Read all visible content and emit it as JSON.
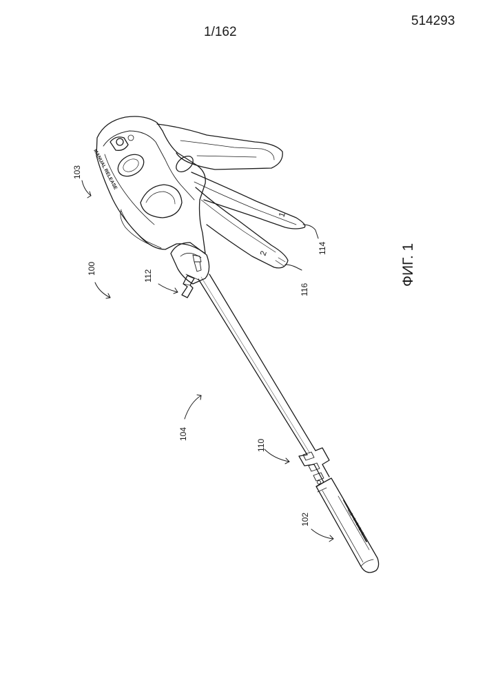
{
  "header": {
    "sheet": "1/162",
    "doc_number": "514293"
  },
  "figure": {
    "caption": "ФИГ. 1",
    "handle_engraving": "MANUAL RELEASE",
    "trigger_numbers": [
      "1",
      "2"
    ],
    "reference_numerals": [
      "100",
      "102",
      "103",
      "104",
      "110",
      "112",
      "114",
      "116"
    ]
  }
}
